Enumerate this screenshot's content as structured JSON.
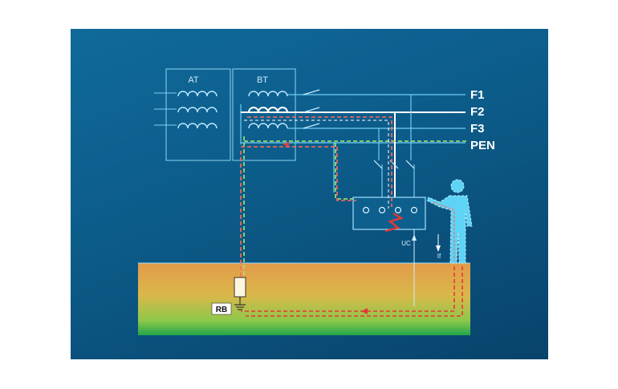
{
  "diagram": {
    "transformers": {
      "left": "AT",
      "right": "BT"
    },
    "lines": [
      "F1",
      "F2",
      "F3",
      "PEN"
    ],
    "ground_resistance": "RB",
    "touch_voltage": "UC",
    "fault_current": "If"
  },
  "colors": {
    "background": "#0c5b89",
    "conductor": "#4fd4ff",
    "fault_path": "#e53935",
    "pen_path": "#a6e86a",
    "ground_top": "#e39a4a",
    "ground_bottom": "#22a64a"
  }
}
